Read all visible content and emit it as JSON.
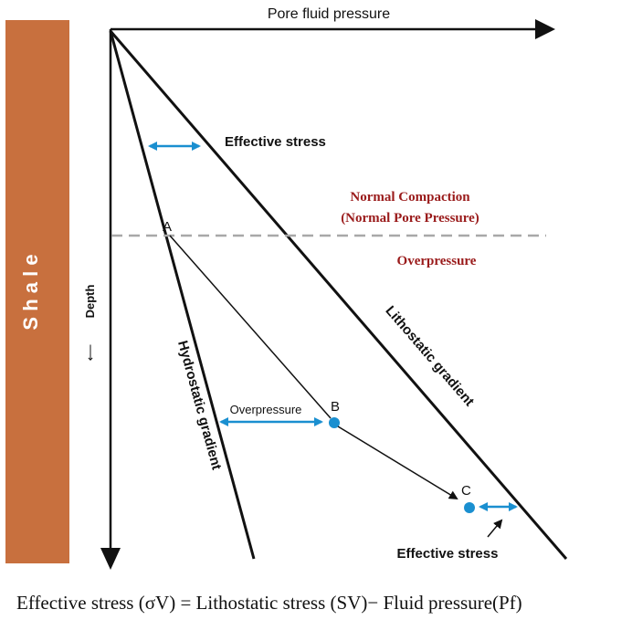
{
  "shale_column": {
    "label": "S h a l e",
    "color": "#c8703e"
  },
  "axes": {
    "x_label": "Pore fluid pressure",
    "y_label": "Depth",
    "y_arrow_glyph": "⟵"
  },
  "lines": {
    "hydrostatic": "Hydrostatic gradient",
    "lithostatic": "Lithostatic gradient"
  },
  "labels": {
    "effective_stress_top": "Effective stress",
    "effective_stress_bottom": "Effective stress",
    "normal_compaction_1": "Normal Compaction",
    "normal_compaction_2": "(Normal Pore Pressure)",
    "overpressure_zone": "Overpressure",
    "overpressure_arrow": "Overpressure"
  },
  "points": {
    "a": "A",
    "b": "B",
    "c": "C"
  },
  "formula": "Effective stress (σV) = Lithostatic stress (SV)− Fluid pressure(Pf)",
  "colors": {
    "accent_blue": "#1a8fd0",
    "dark_red": "#9a1b1b",
    "line": "#111111",
    "dashed": "#a8a8a8"
  }
}
